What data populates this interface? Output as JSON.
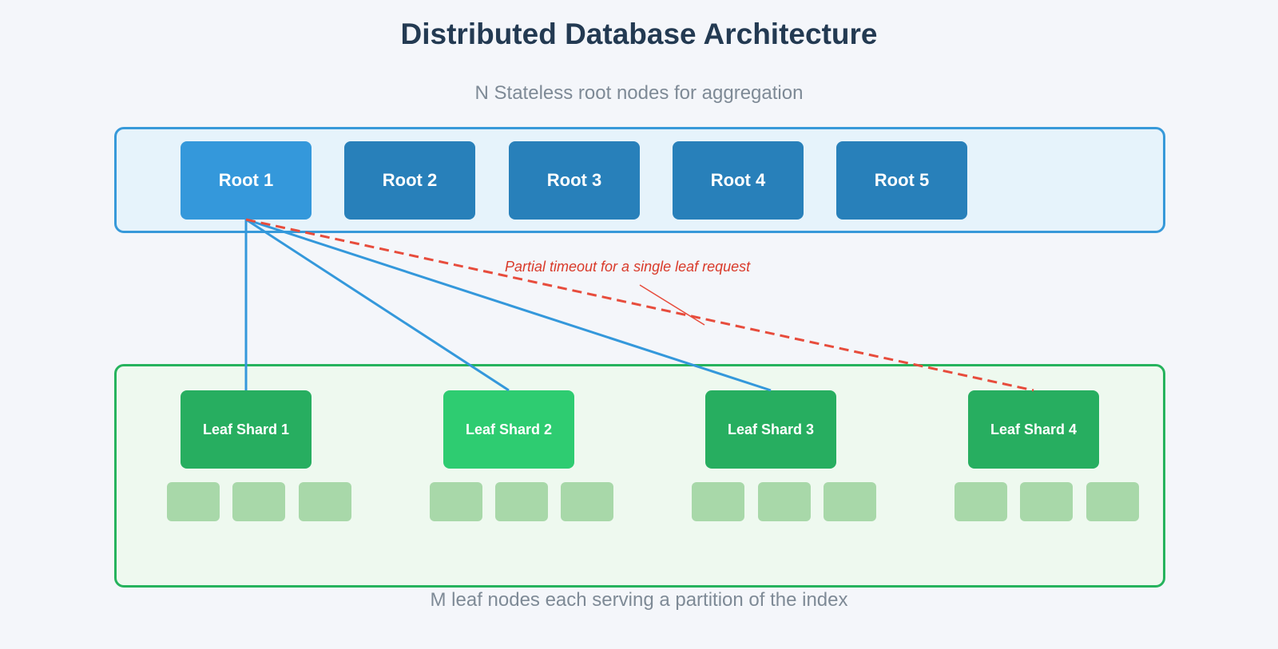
{
  "title": "Distributed Database Architecture",
  "root_caption": "N Stateless root nodes for aggregation",
  "leaf_caption": "M leaf nodes each serving a partition of the index",
  "timeout_label": "Partial timeout for a single leaf request",
  "roots": [
    {
      "label": "Root 1",
      "active": true
    },
    {
      "label": "Root 2",
      "active": false
    },
    {
      "label": "Root 3",
      "active": false
    },
    {
      "label": "Root 4",
      "active": false
    },
    {
      "label": "Root 5",
      "active": false
    }
  ],
  "leaves": [
    {
      "label": "Leaf Shard 1",
      "active": false,
      "replicas": 3
    },
    {
      "label": "Leaf Shard 2",
      "active": true,
      "replicas": 3
    },
    {
      "label": "Leaf Shard 3",
      "active": false,
      "replicas": 3
    },
    {
      "label": "Leaf Shard 4",
      "active": false,
      "replicas": 3
    }
  ],
  "colors": {
    "root_node": "#2880ba",
    "root_node_active": "#3498db",
    "leaf_node": "#27ae60",
    "leaf_node_active": "#2ecc71",
    "replica": "#a8d8a9",
    "connection": "#3498db",
    "timeout": "#e74c3c"
  }
}
